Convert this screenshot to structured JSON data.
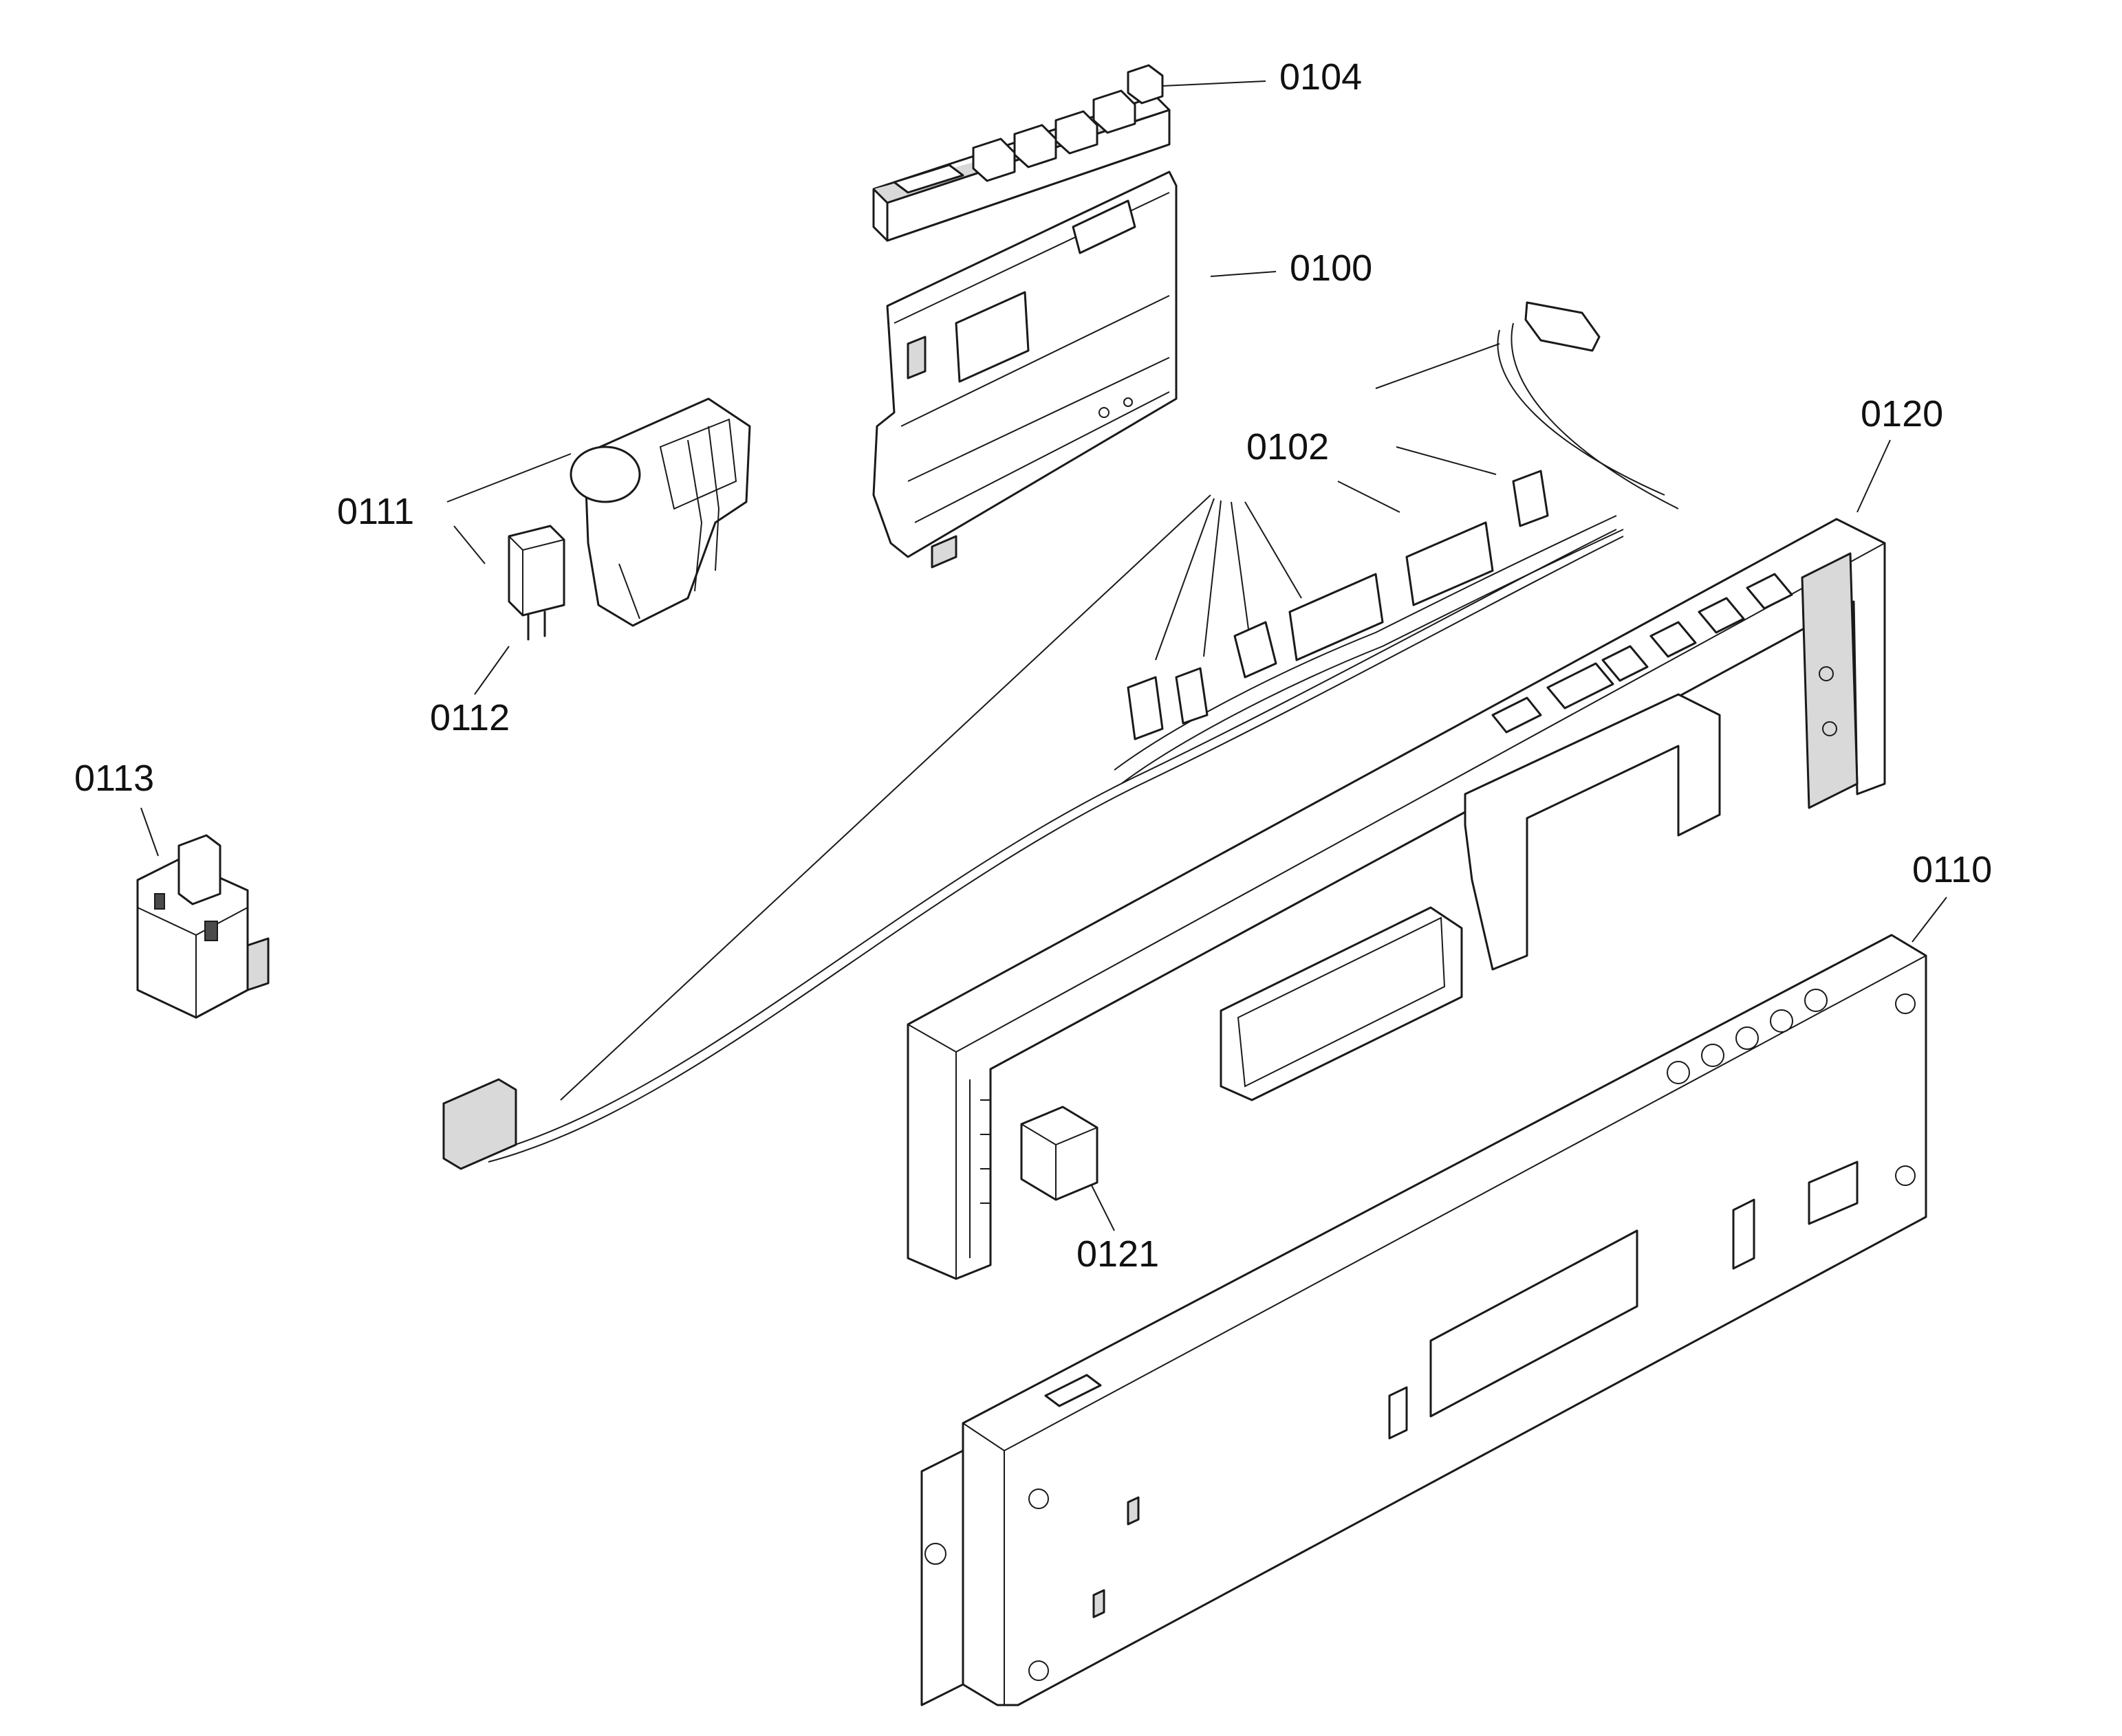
{
  "labels": {
    "p0104": "0104",
    "p0100": "0100",
    "p0102": "0102",
    "p0120": "0120",
    "p0111": "0111",
    "p0112": "0112",
    "p0113": "0113",
    "p0110": "0110",
    "p0121": "0121"
  },
  "colors": {
    "line": "#1a1a1a",
    "background": "#ffffff"
  }
}
